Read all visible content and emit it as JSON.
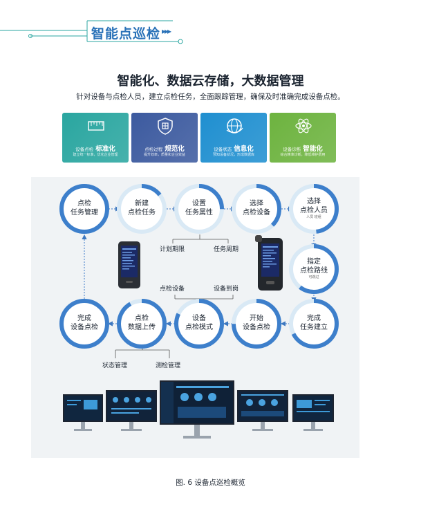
{
  "header": {
    "title": "智能点巡检",
    "arrows": "▸▸▸"
  },
  "intro": {
    "title": "智能化、数据云存储，大数据管理",
    "subtitle": "针对设备与点检人员，建立点检任务，全面跟踪管理，确保及时准确完成设备点检。"
  },
  "cards": [
    {
      "small": "设备点检",
      "big": "标准化",
      "desc": "建立统一标准，优化企业管理",
      "color": "#2aa6a0",
      "icon": "ruler-icon"
    },
    {
      "small": "点检过程",
      "big": "规范化",
      "desc": "提升效率，质量和企业效益",
      "color": "#3c5a9f",
      "icon": "shield-icon"
    },
    {
      "small": "设备状态",
      "big": "信息化",
      "desc": "预知设备状况，形成数据库",
      "color": "#1f8fd0",
      "icon": "globe-icon"
    },
    {
      "small": "设备诊断",
      "big": "智能化",
      "desc": "综合精准诊断，降低维护费用",
      "color": "#6db33f",
      "icon": "atom-icon"
    }
  ],
  "diagram": {
    "nodes_top": [
      {
        "l1": "点检",
        "l2": "任务管理"
      },
      {
        "l1": "新建",
        "l2": "点检任务"
      },
      {
        "l1": "设置",
        "l2": "任务属性"
      },
      {
        "l1": "选择",
        "l2": "点检设备"
      },
      {
        "l1": "选择",
        "l2": "点检人员",
        "note": "人员 班组"
      }
    ],
    "node_mid": {
      "l1": "指定",
      "l2": "点检路线",
      "note": "可跳过"
    },
    "nodes_bottom": [
      {
        "l1": "完成",
        "l2": "设备点检"
      },
      {
        "l1": "点检",
        "l2": "数据上传"
      },
      {
        "l1": "设备",
        "l2": "点检模式"
      },
      {
        "l1": "开始",
        "l2": "设备点检"
      },
      {
        "l1": "完成",
        "l2": "任务建立"
      }
    ],
    "branch_attr": [
      "计划期限",
      "任务周期"
    ],
    "branch_mode": [
      "点检设备",
      "设备到岗"
    ],
    "branch_upload": [
      "状态管理",
      "测检管理"
    ]
  },
  "caption": "图. 6  设备点巡检概览"
}
